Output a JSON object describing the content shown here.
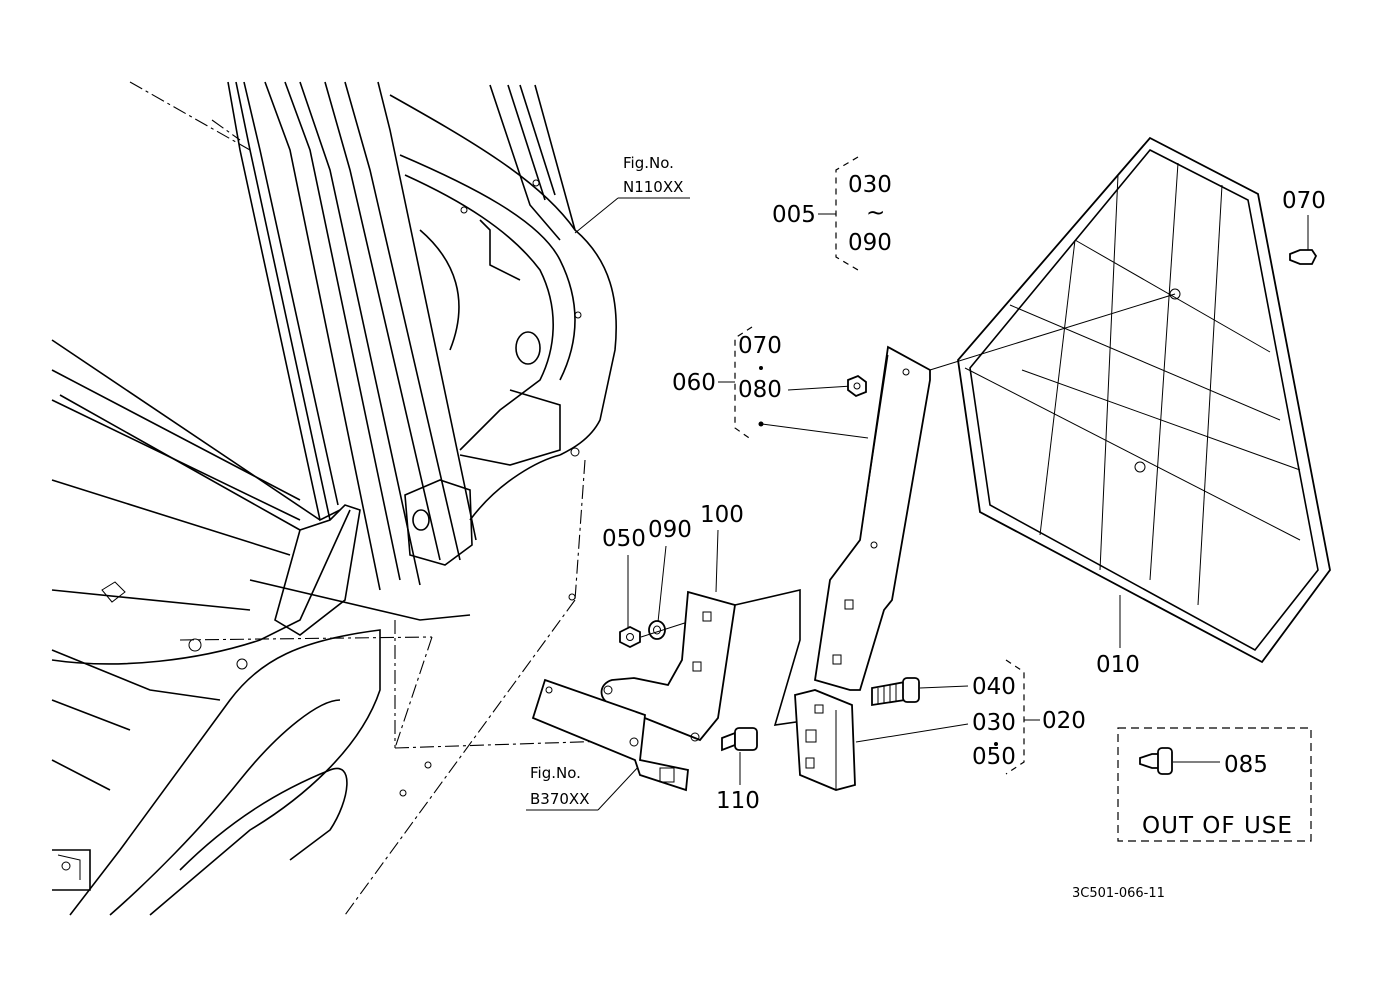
{
  "figure_refs": {
    "top": {
      "line1": "Fig.No.",
      "line2": "N110XX"
    },
    "bottom": {
      "line1": "Fig.No.",
      "line2": "B370XX"
    }
  },
  "callouts": {
    "p005": "005",
    "p030_top": "030",
    "tilde": "~",
    "p090_top": "090",
    "p070_right": "070",
    "p060": "060",
    "p070_group": "070",
    "p080": "080",
    "p050_left": "050",
    "p090_left": "090",
    "p100": "100",
    "p110": "110",
    "p040": "040",
    "p030_group": "030",
    "p050_group": "050",
    "p020": "020",
    "p010": "010",
    "p085": "085"
  },
  "notice": {
    "out_of_use": "OUT OF USE"
  },
  "drawing_code": "3C501-066-11"
}
